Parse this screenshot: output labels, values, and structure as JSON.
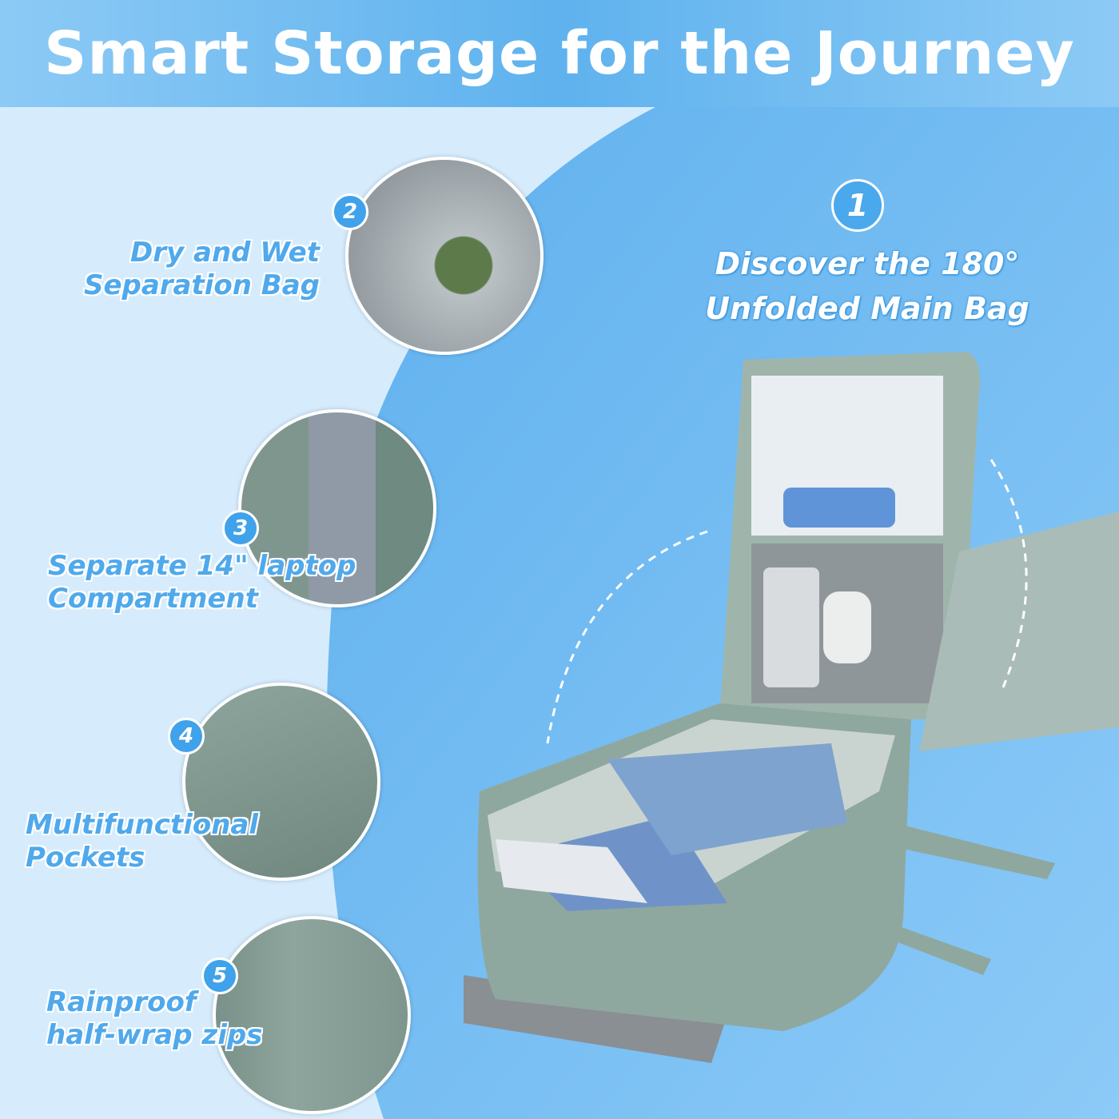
{
  "title": "Smart Storage for the Journey",
  "features": [
    {
      "number": "1",
      "line1": "Discover the 180°",
      "line2": "Unfolded Main Bag"
    },
    {
      "number": "2",
      "line1": "Dry and Wet",
      "line2": "Separation Bag"
    },
    {
      "number": "3",
      "line1": "Separate 14\" laptop",
      "line2": "Compartment"
    },
    {
      "number": "4",
      "line1": "Multifunctional",
      "line2": "Pockets"
    },
    {
      "number": "5",
      "line1": "Rainproof",
      "line2": "half-wrap zips"
    }
  ],
  "colors": {
    "accent": "#4aa8ec",
    "header": "#5fb2ee",
    "backpack": "#8fa89f"
  }
}
